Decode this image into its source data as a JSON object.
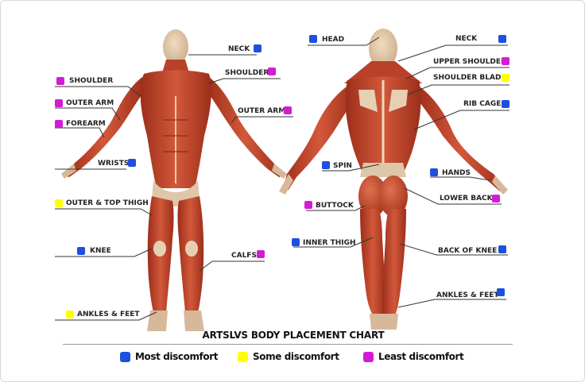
{
  "title": "ARTSLVS BODY PLACEMENT CHART",
  "colors": {
    "most": "#1e4fe0",
    "some": "#ffff00",
    "least": "#d41bd4",
    "muscle": "#c0452a",
    "tendon": "#ead9c0"
  },
  "legend": [
    {
      "label": "Most discomfort",
      "color": "#1e4fe0"
    },
    {
      "label": "Some discomfort",
      "color": "#ffff00"
    },
    {
      "label": "Least discomfort",
      "color": "#d41bd4"
    }
  ],
  "front_labels": [
    {
      "id": "neck",
      "text": "NECK",
      "level": "most"
    },
    {
      "id": "shoulder-left",
      "text": "SHOULDER",
      "level": "least"
    },
    {
      "id": "shoulder-right",
      "text": "SHOULDER",
      "level": "least"
    },
    {
      "id": "outer-arm-left",
      "text": "OUTER ARM",
      "level": "least"
    },
    {
      "id": "outer-arm-right",
      "text": "OUTER ARM",
      "level": "least"
    },
    {
      "id": "forearm",
      "text": "FOREARM",
      "level": "least"
    },
    {
      "id": "wrists",
      "text": "WRISTS",
      "level": "most"
    },
    {
      "id": "outer-top-thigh",
      "text": "OUTER & TOP THIGH",
      "level": "some"
    },
    {
      "id": "knee",
      "text": "KNEE",
      "level": "most"
    },
    {
      "id": "calfs",
      "text": "CALFS",
      "level": "least"
    },
    {
      "id": "ankles-feet-front",
      "text": "ANKLES & FEET",
      "level": "some"
    }
  ],
  "back_labels": [
    {
      "id": "head",
      "text": "HEAD",
      "level": "most"
    },
    {
      "id": "neck-back",
      "text": "NECK",
      "level": "most"
    },
    {
      "id": "upper-shoulder",
      "text": "UPPER SHOULDER",
      "level": "least"
    },
    {
      "id": "shoulder-blade",
      "text": "SHOULDER BLADE",
      "level": "some"
    },
    {
      "id": "rib-cage",
      "text": "RIB CAGE",
      "level": "most"
    },
    {
      "id": "spin",
      "text": "SPIN",
      "level": "most"
    },
    {
      "id": "hands",
      "text": "HANDS",
      "level": "most"
    },
    {
      "id": "lower-back",
      "text": "LOWER BACK",
      "level": "least"
    },
    {
      "id": "buttock",
      "text": "BUTTOCK",
      "level": "least"
    },
    {
      "id": "inner-thigh",
      "text": "INNER THIGH",
      "level": "most"
    },
    {
      "id": "back-of-knee",
      "text": "BACK OF KNEE",
      "level": "most"
    },
    {
      "id": "ankles-feet-back",
      "text": "ANKLES & FEET",
      "level": "most"
    }
  ]
}
